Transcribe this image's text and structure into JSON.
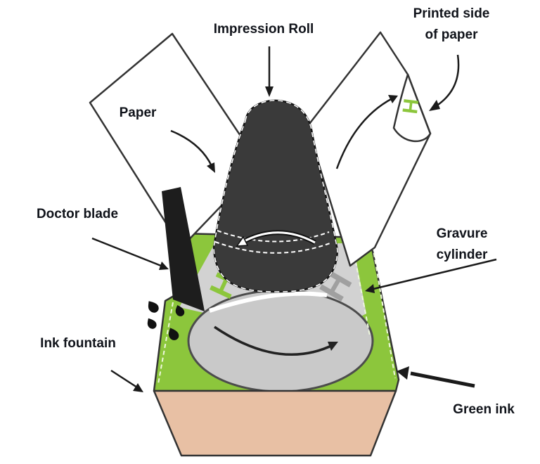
{
  "diagram": {
    "labels": {
      "impression_roll": "Impression Roll",
      "printed_side_line1": "Printed side",
      "printed_side_line2": "of paper",
      "paper": "Paper",
      "doctor_blade": "Doctor blade",
      "ink_fountain": "Ink fountain",
      "gravure_line1": "Gravure",
      "gravure_line2": "cylinder",
      "green_ink": "Green ink"
    },
    "marks": {
      "inked_cell": "H",
      "engraved_cell": "H",
      "printed_mark": "H"
    },
    "colors": {
      "ink_green": "#8cc63c",
      "tray_tan": "#e8c0a4",
      "roll_dark": "#3a3a3a",
      "cylinder_gray": "#c9c9c9",
      "barrel_gray": "#d2d2d2",
      "engraved_gray": "#a0a0a0",
      "blade_black": "#1d1d1d",
      "outline": "#333333",
      "label_text": "#10131a"
    }
  }
}
